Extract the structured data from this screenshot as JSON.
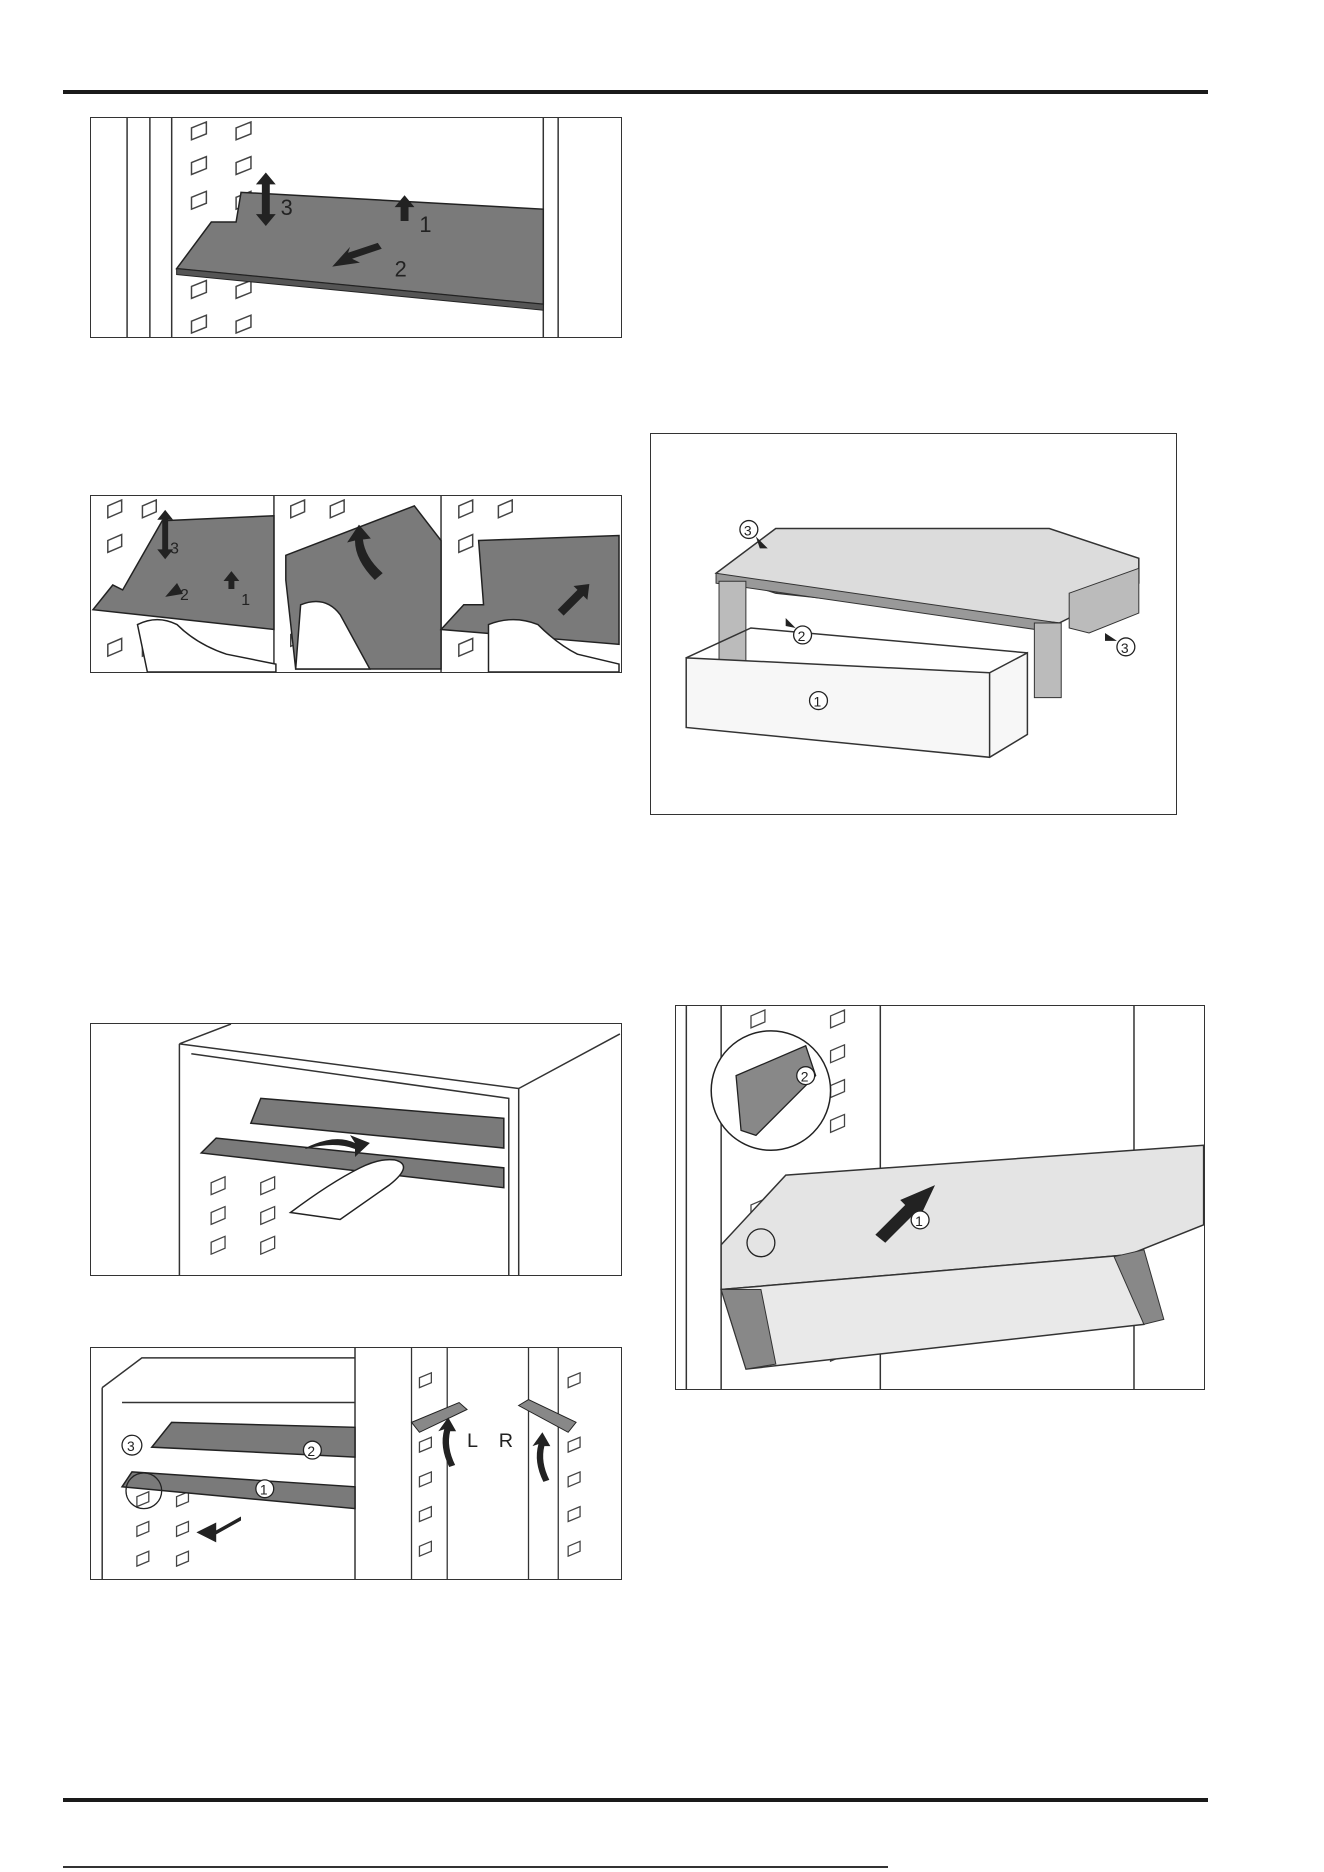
{
  "figures": {
    "fig1": {
      "labels": [
        "3",
        "1",
        "2"
      ]
    },
    "fig2": {
      "labels": [
        "3",
        "2",
        "1"
      ]
    },
    "fig3": {
      "labels": [
        "3",
        "2",
        "3",
        "1"
      ]
    },
    "fig4": {
      "labels": []
    },
    "fig5": {
      "labels": [
        "2",
        "1"
      ]
    },
    "fig6": {
      "labels": [
        "3",
        "2",
        "1",
        "L",
        "R"
      ]
    }
  },
  "colors": {
    "shelf": "#7a7a7a",
    "drawer": "#e4e4e4",
    "line": "#333333"
  }
}
